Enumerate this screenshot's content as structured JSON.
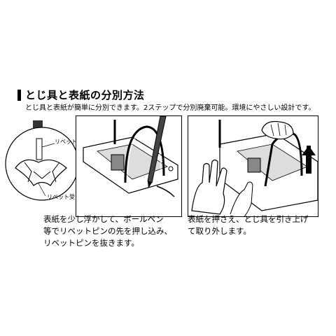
{
  "header": {
    "title": "とじ具と表紙の分別方法",
    "subtitle": "とじ具と表紙が簡単に分別できます。2ステップで分別廃棄可能。環境にやさしい設計です。"
  },
  "step1": {
    "callout_pin": "リベットピン",
    "callout_receiver": "リベット受",
    "description": "表紙を少し浮かして、ボールペン\n等でリベットピンの先を押し込み、\nリベットピンを抜きます。"
  },
  "step2": {
    "description": "表紙を押さえ、とじ具を引き上げ\nて取り外します。"
  }
}
